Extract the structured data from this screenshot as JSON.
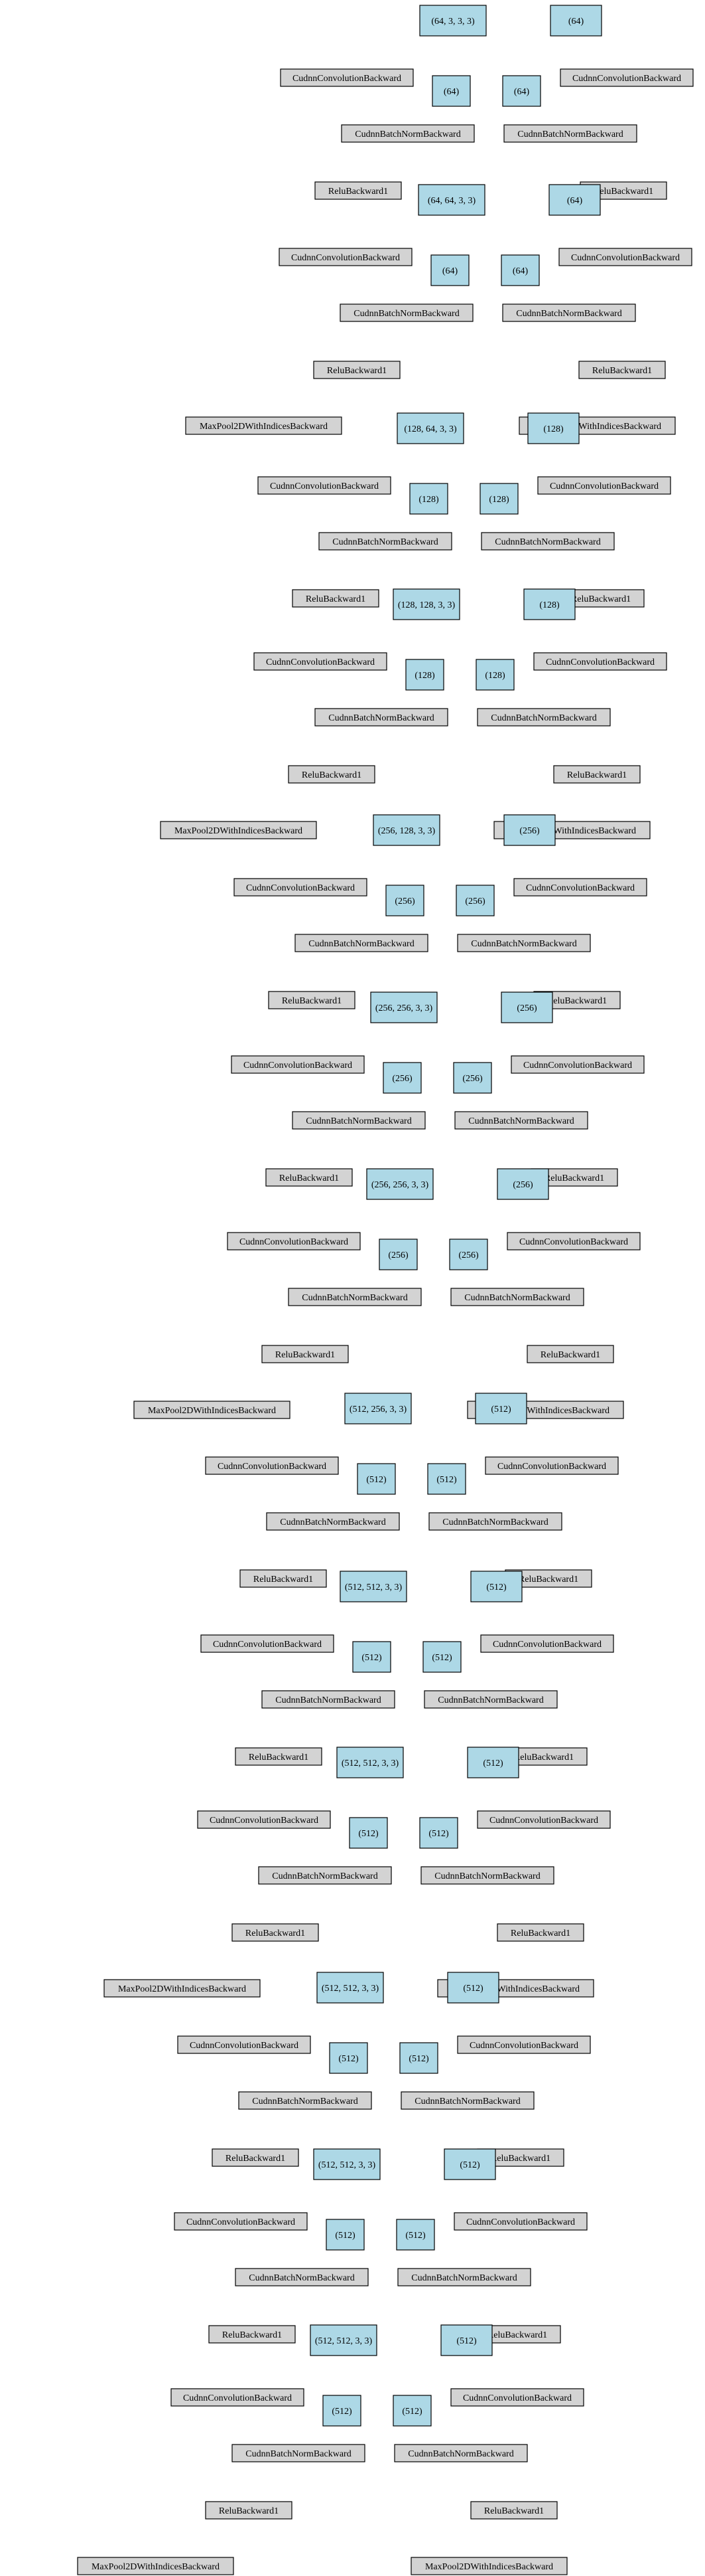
{
  "colors": {
    "param": "#add8e6",
    "op": "#d3d3d3",
    "edge": "#000000",
    "text": "#000000"
  },
  "labels": {
    "conv": "CudnnConvolutionBackward",
    "bn": "CudnnBatchNormBackward",
    "relu": "ReluBackward1",
    "pool": "MaxPool2DWithIndicesBackward"
  },
  "rows": [
    {
      "kind": "conv",
      "weight": "(64, 3, 3, 3)",
      "bias": "(64)",
      "gamma": "(64)",
      "beta": "(64)",
      "pool": false
    },
    {
      "kind": "conv",
      "weight": "(64, 64, 3, 3)",
      "bias": "(64)",
      "gamma": "(64)",
      "beta": "(64)",
      "pool": true
    },
    {
      "kind": "conv",
      "weight": "(128, 64, 3, 3)",
      "bias": "(128)",
      "gamma": "(128)",
      "beta": "(128)",
      "pool": false
    },
    {
      "kind": "conv",
      "weight": "(128, 128, 3, 3)",
      "bias": "(128)",
      "gamma": "(128)",
      "beta": "(128)",
      "pool": true
    },
    {
      "kind": "conv",
      "weight": "(256, 128, 3, 3)",
      "bias": "(256)",
      "gamma": "(256)",
      "beta": "(256)",
      "pool": false
    },
    {
      "kind": "conv",
      "weight": "(256, 256, 3, 3)",
      "bias": "(256)",
      "gamma": "(256)",
      "beta": "(256)",
      "pool": false
    },
    {
      "kind": "conv",
      "weight": "(256, 256, 3, 3)",
      "bias": "(256)",
      "gamma": "(256)",
      "beta": "(256)",
      "pool": true
    },
    {
      "kind": "conv",
      "weight": "(512, 256, 3, 3)",
      "bias": "(512)",
      "gamma": "(512)",
      "beta": "(512)",
      "pool": false
    },
    {
      "kind": "conv",
      "weight": "(512, 512, 3, 3)",
      "bias": "(512)",
      "gamma": "(512)",
      "beta": "(512)",
      "pool": false
    },
    {
      "kind": "conv",
      "weight": "(512, 512, 3, 3)",
      "bias": "(512)",
      "gamma": "(512)",
      "beta": "(512)",
      "pool": true
    },
    {
      "kind": "conv",
      "weight": "(512, 512, 3, 3)",
      "bias": "(512)",
      "gamma": "(512)",
      "beta": "(512)",
      "pool": false
    },
    {
      "kind": "conv",
      "weight": "(512, 512, 3, 3)",
      "bias": "(512)",
      "gamma": "(512)",
      "beta": "(512)",
      "pool": false
    },
    {
      "kind": "conv",
      "weight": "(512, 512, 3, 3)",
      "bias": "(512)",
      "gamma": "(512)",
      "beta": "(512)",
      "pool": true
    }
  ]
}
